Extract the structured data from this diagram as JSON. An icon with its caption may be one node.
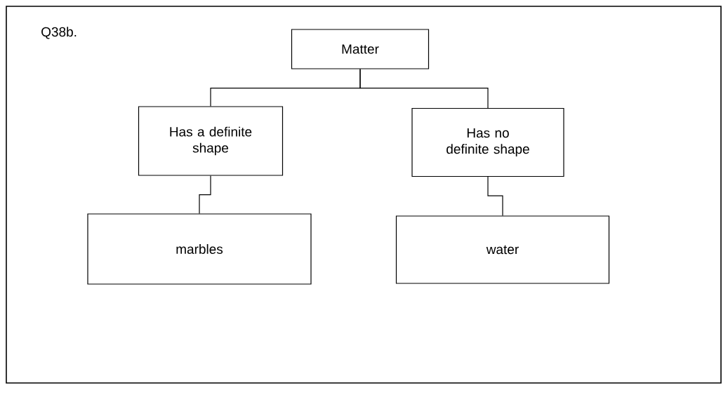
{
  "diagram": {
    "title": "Q38b.",
    "nodes": [
      {
        "text": [
          "Matter"
        ]
      },
      {
        "text": [
          "Has a definite shape"
        ]
      },
      {
        "text": [
          "Has no definite shape"
        ]
      },
      {
        "text": [
          "marbles"
        ]
      },
      {
        "text": [
          "water"
        ]
      }
    ],
    "edges": [
      {
        "from": 0,
        "to": 1,
        "arrow": "none"
      },
      {
        "from": 0,
        "to": 2,
        "arrow": "none"
      },
      {
        "from": 1,
        "to": 3,
        "arrow": "none"
      },
      {
        "from": 2,
        "to": 4,
        "arrow": "none"
      }
    ]
  }
}
